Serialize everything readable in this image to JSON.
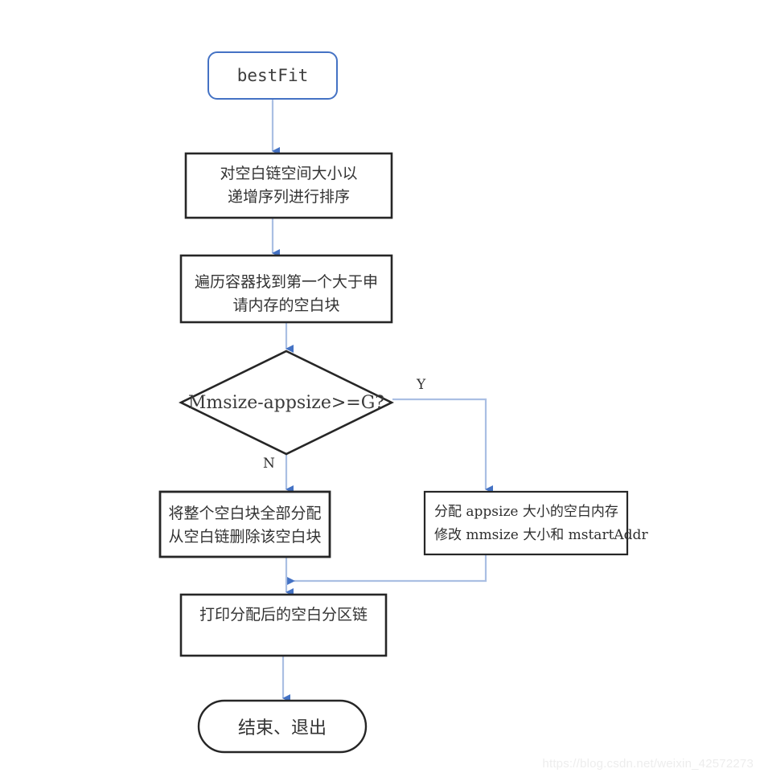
{
  "diagram": {
    "title": "bestFit algorithm flowchart",
    "colors": {
      "connector_line": "#aabfe3",
      "connector_arrow": "#4472c4",
      "start_border": "#4472c4",
      "process_border": "#262626",
      "text": "#333333",
      "watermark": "#ededed",
      "background": "#ffffff"
    },
    "nodes": {
      "start": {
        "label": "bestFit",
        "shape": "rounded-rectangle"
      },
      "sort_free_list": {
        "line1": "对空白链空间大小以",
        "line2": "递增序列进行排序",
        "shape": "rectangle"
      },
      "traverse_container": {
        "line1": "遍历容器找到第一个大于申",
        "line2": "请内存的空白块",
        "shape": "rectangle"
      },
      "decision": {
        "label": "Mmsize-appsize>=G?",
        "shape": "diamond"
      },
      "allocate_whole_block": {
        "line1": "将整个空白块全部分配",
        "line2": "从空白链删除该空白块",
        "shape": "rectangle"
      },
      "allocate_partial_block": {
        "line1": "分配 appsize 大小的空白内存",
        "line2": "修改 mmsize 大小和 mstartAddr",
        "shape": "rectangle"
      },
      "print_free_list": {
        "line1": "打印分配后的空白分区链",
        "shape": "rectangle"
      },
      "end": {
        "label": "结束、退出",
        "shape": "stadium"
      }
    },
    "branch_labels": {
      "yes": "Y",
      "no": "N"
    },
    "watermark": "https://blog.csdn.net/weixin_42572273"
  }
}
